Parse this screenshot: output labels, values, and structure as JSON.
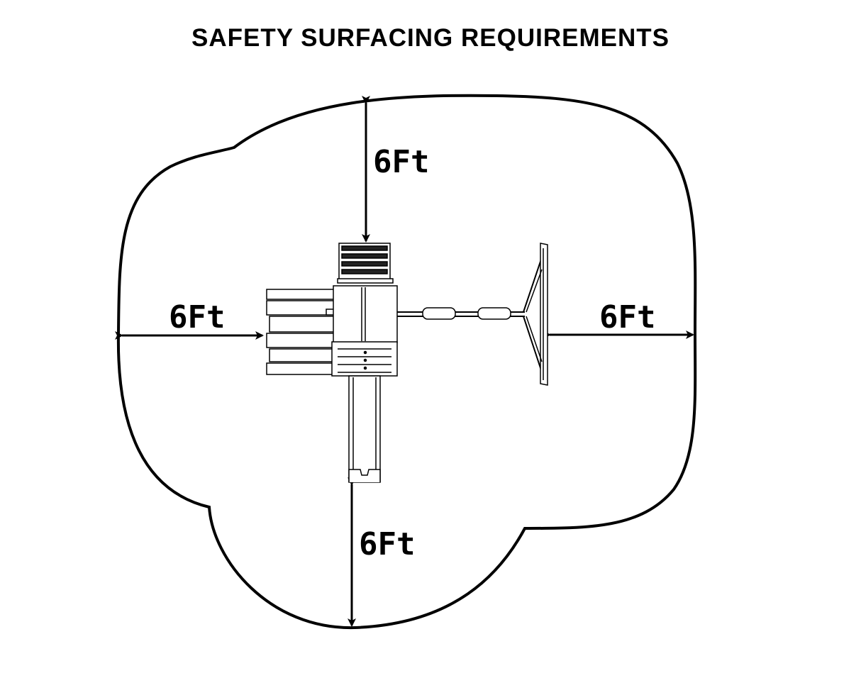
{
  "title": "SAFETY SURFACING REQUIREMENTS",
  "dimensions": {
    "top": "6Ft",
    "left": "6Ft",
    "right": "6Ft",
    "bottom": "6Ft"
  },
  "colors": {
    "line": "#000000",
    "background": "#ffffff",
    "equipment_fill": "#f2f2f2"
  }
}
